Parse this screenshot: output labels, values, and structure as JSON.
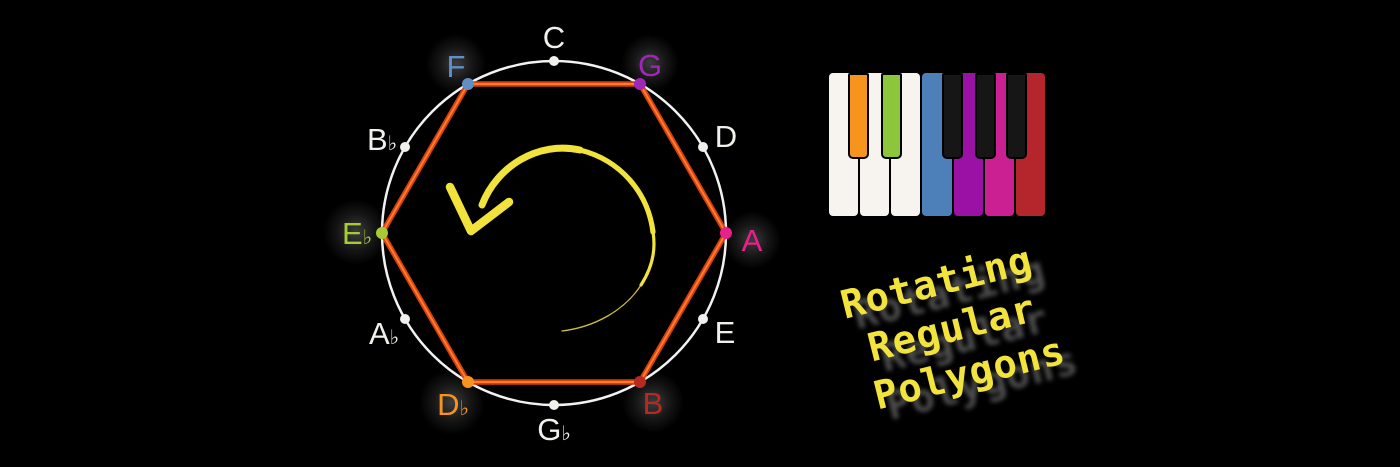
{
  "frame": {
    "background": "#000000"
  },
  "circle_diagram": {
    "description": "circle of fifths with inscribed rotating hexagon",
    "ring_color": "#f2f2f2",
    "hexagon_color": "#d8400e",
    "hexagon_highlight": "#ff7b2e",
    "arrow_color": "#f2e33c",
    "notes": [
      {
        "name": "C",
        "letter": "C",
        "flat": "",
        "color": "#f2f0ec",
        "on_polygon": false
      },
      {
        "name": "G",
        "letter": "G",
        "flat": "",
        "color": "#9e27b8",
        "on_polygon": true
      },
      {
        "name": "D",
        "letter": "D",
        "flat": "",
        "color": "#f2f0ec",
        "on_polygon": false
      },
      {
        "name": "A",
        "letter": "A",
        "flat": "",
        "color": "#e9208c",
        "on_polygon": true
      },
      {
        "name": "E",
        "letter": "E",
        "flat": "",
        "color": "#f2f0ec",
        "on_polygon": false
      },
      {
        "name": "B",
        "letter": "B",
        "flat": "",
        "color": "#b82a1f",
        "on_polygon": true
      },
      {
        "name": "Gb",
        "letter": "G",
        "flat": "♭",
        "color": "#f2f0ec",
        "on_polygon": false
      },
      {
        "name": "Db",
        "letter": "D",
        "flat": "♭",
        "color": "#f79420",
        "on_polygon": true
      },
      {
        "name": "Ab",
        "letter": "A",
        "flat": "♭",
        "color": "#f2f0ec",
        "on_polygon": false
      },
      {
        "name": "Eb",
        "letter": "E",
        "flat": "♭",
        "color": "#a7cb36",
        "on_polygon": true
      },
      {
        "name": "Bb",
        "letter": "B",
        "flat": "♭",
        "color": "#f2f0ec",
        "on_polygon": false
      },
      {
        "name": "F",
        "letter": "F",
        "flat": "",
        "color": "#5f8fc7",
        "on_polygon": true
      }
    ]
  },
  "piano": {
    "white_keys": [
      {
        "note": "C",
        "color": "#f7f3ef"
      },
      {
        "note": "D",
        "color": "#f7f3ef"
      },
      {
        "note": "E",
        "color": "#f7f3ef"
      },
      {
        "note": "F",
        "color": "#4d80b8"
      },
      {
        "note": "G",
        "color": "#9b11a5"
      },
      {
        "note": "A",
        "color": "#cb2092"
      },
      {
        "note": "B",
        "color": "#b4252c"
      }
    ],
    "black_keys": [
      {
        "note": "Db",
        "color": "#f7941d"
      },
      {
        "note": "Eb",
        "color": "#8cc63c"
      },
      {
        "note": "Gb",
        "color": "#161616"
      },
      {
        "note": "Ab",
        "color": "#161616"
      },
      {
        "note": "Bb",
        "color": "#161616"
      }
    ]
  },
  "caption": {
    "line1": "Rotating",
    "line2": "Regular",
    "line3": "Polygons",
    "color": "#f2e43c",
    "shadow_color": "#5e5e5e"
  }
}
